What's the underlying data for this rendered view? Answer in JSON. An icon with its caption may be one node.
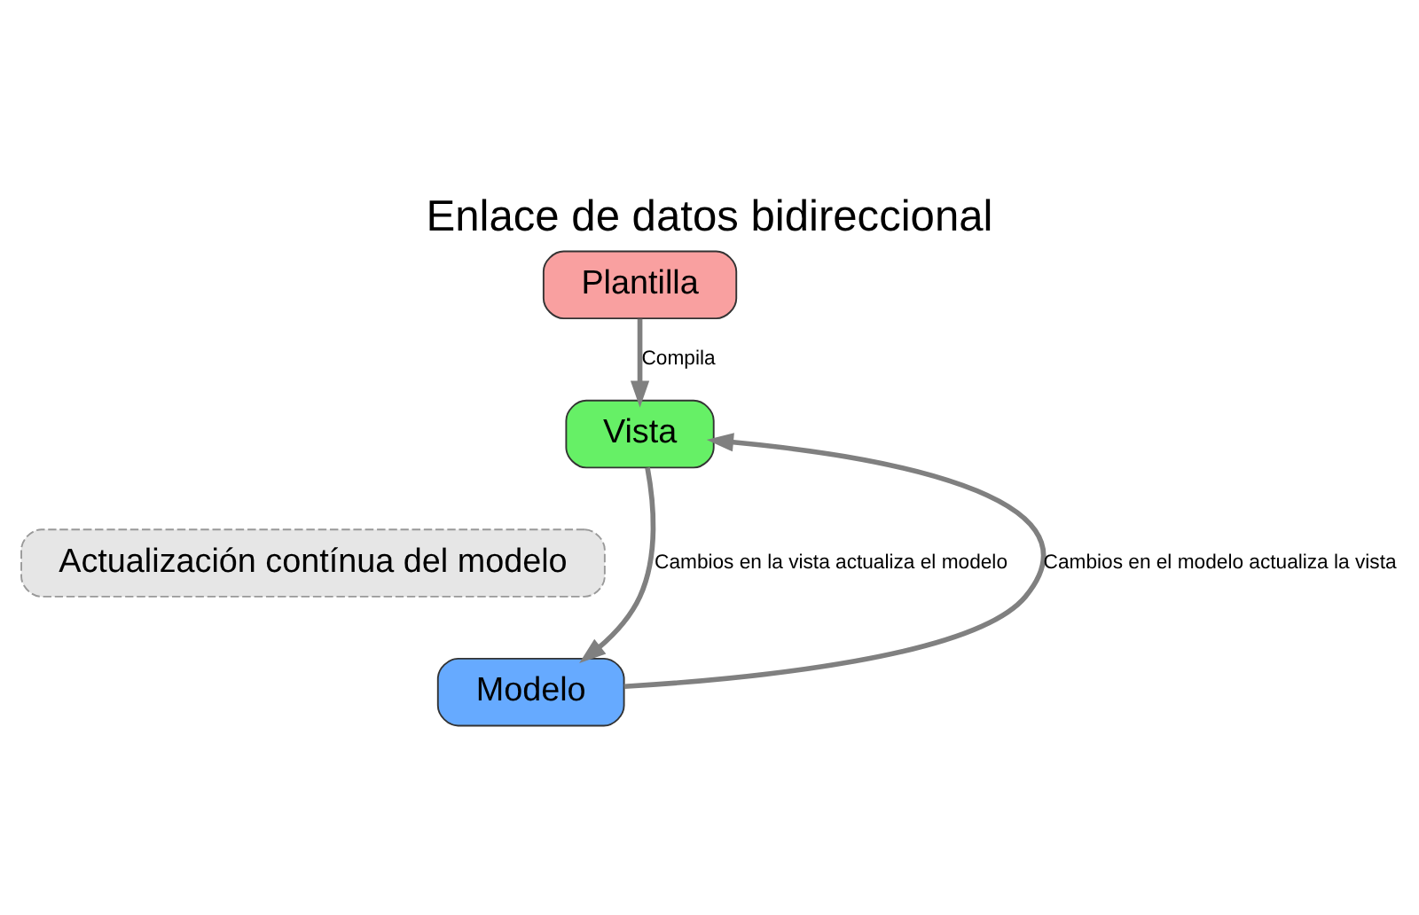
{
  "diagram": {
    "title": "Enlace de datos bidireccional",
    "nodes": [
      {
        "text": [
          "Plantilla"
        ]
      },
      {
        "text": [
          "Vista"
        ]
      },
      {
        "text": [
          "Actualización contínua del modelo"
        ]
      },
      {
        "text": [
          "Modelo"
        ]
      }
    ],
    "edges": [
      {
        "from": 0,
        "to": 1,
        "arrow": "to",
        "label": "Compila"
      },
      {
        "from": 1,
        "to": 3,
        "arrow": "to",
        "label": "Cambios en la vista actualiza el modelo"
      },
      {
        "from": 3,
        "to": 1,
        "arrow": "to",
        "label": "Cambios en el modelo actualiza la vista"
      }
    ]
  }
}
